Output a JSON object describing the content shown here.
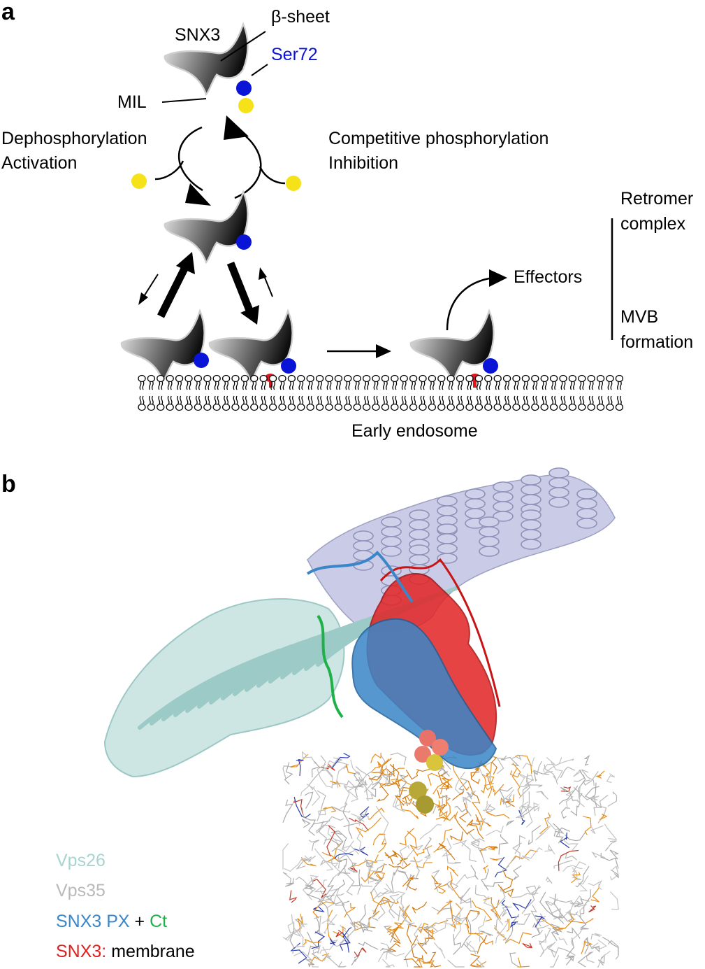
{
  "panel_a": {
    "letter": "a",
    "snx3": "SNX3",
    "beta_sheet": "β-sheet",
    "ser72": "Ser72",
    "mil": "MIL",
    "dephos_line1": "Dephosphorylation",
    "dephos_line2": "Activation",
    "comp_line1": "Competitive phosphorylation",
    "comp_line2": "Inhibition",
    "effectors": "Effectors",
    "retromer_line1": "Retromer",
    "retromer_line2": "complex",
    "mvb_line1": "MVB",
    "mvb_line2": "formation",
    "early_endosome": "Early endosome"
  },
  "panel_b": {
    "letter": "b",
    "legend": {
      "vps26": "Vps26",
      "vps35": "Vps35",
      "snx3_px": "SNX3 PX",
      "plus": " + ",
      "ct": "Ct",
      "snx3_colon": "SNX3:",
      "membrane": " membrane"
    }
  },
  "colors": {
    "ser72_blue": "#0a14d6",
    "phosphate_yellow": "#f5e218",
    "pi3p_red": "#e8121c",
    "vps26": "#a8d4d0",
    "vps35": "#b9b9b9",
    "snx3_px": "#3a86c8",
    "ct": "#1fb04a",
    "snx3_membrane": "#e02020",
    "lipid_orange": "#e8901c"
  }
}
